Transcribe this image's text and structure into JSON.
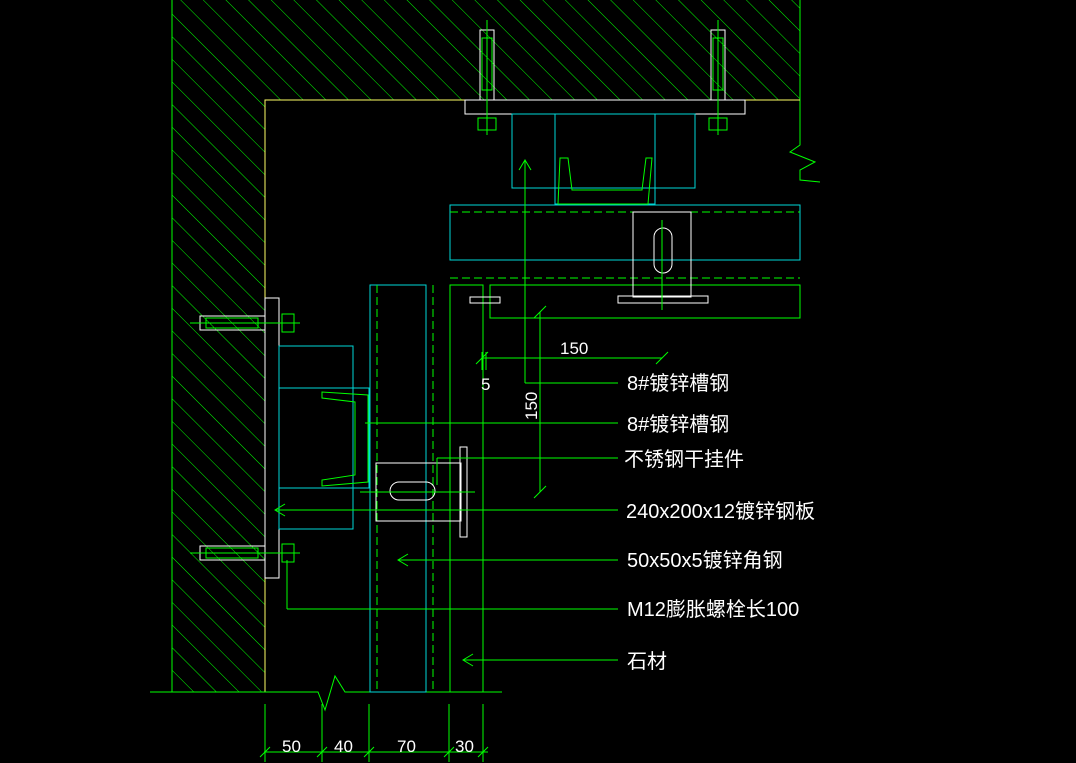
{
  "labels": {
    "channel_steel_1": "8#镀锌槽钢",
    "channel_steel_2": "8#镀锌槽钢",
    "hanger": "不锈钢干挂件",
    "plate": "240x200x12镀锌钢板",
    "angle": "50x50x5镀锌角钢",
    "bolt": "M12膨胀螺栓长100",
    "stone": "石材"
  },
  "dims": {
    "h150": "150",
    "v150": "150",
    "gap5": "5",
    "b50": "50",
    "b40": "40",
    "b70": "70",
    "b30": "30"
  },
  "colors": {
    "hatch": "#00ff00",
    "steel": "#00d8d8",
    "wall_line": "#ffff66",
    "text": "#ffffff"
  }
}
